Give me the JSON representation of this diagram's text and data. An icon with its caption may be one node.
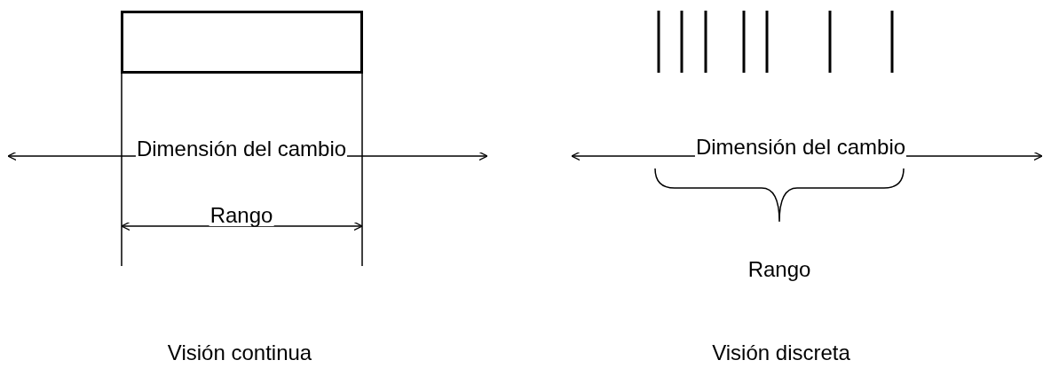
{
  "diagram": {
    "nodes": [
      {
        "text": [],
        "shape": "box"
      }
    ],
    "labels": [
      "Dimensión del cambio",
      "Rango",
      "Visión continua",
      "Dimensión del cambio",
      "Rango",
      "Visión discreta"
    ]
  }
}
